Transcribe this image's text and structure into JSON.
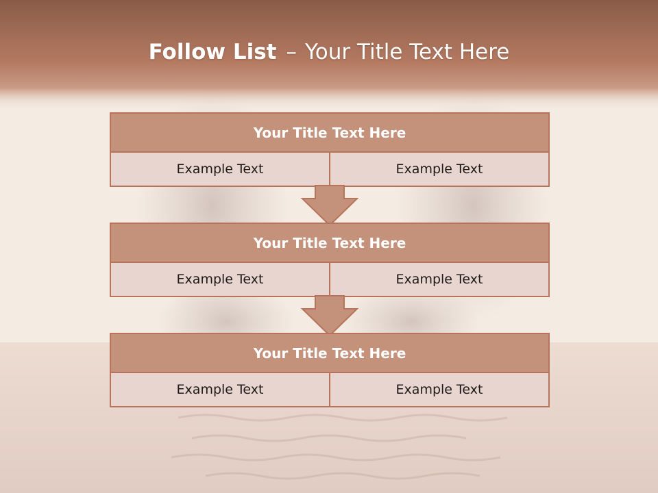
{
  "slide": {
    "title_bold": "Follow List",
    "title_sep": "–",
    "title_rest": "Your Title Text Here"
  },
  "blocks": [
    {
      "title": "Your Title Text Here",
      "left": "Example Text",
      "right": "Example Text"
    },
    {
      "title": "Your Title Text Here",
      "left": "Example Text",
      "right": "Example Text"
    },
    {
      "title": "Your Title Text Here",
      "left": "Example Text",
      "right": "Example Text"
    }
  ],
  "colors": {
    "header_band": "#b27860",
    "block_head": "#c4917b",
    "block_body": "#e8d5cf",
    "border": "#b8735b",
    "arrow_fill": "#c4917b"
  }
}
